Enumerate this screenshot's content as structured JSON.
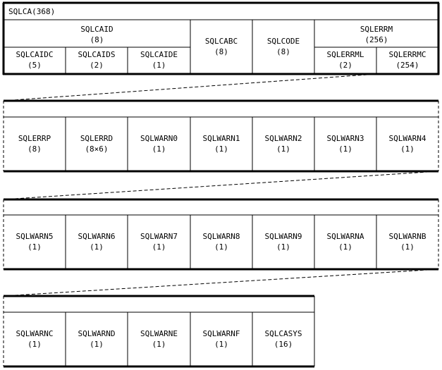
{
  "title": "SQLCA(368)",
  "top": {
    "sqlcaid": {
      "name": "SQLCAID",
      "size": "(8)"
    },
    "sqlcaid_parts": [
      {
        "name": "SQLCAIDC",
        "size": "(5)"
      },
      {
        "name": "SQLCAIDS",
        "size": "(2)"
      },
      {
        "name": "SQLCAIDE",
        "size": "(1)"
      }
    ],
    "sqlcabc": {
      "name": "SQLCABC",
      "size": "(8)"
    },
    "sqlcode": {
      "name": "SQLCODE",
      "size": "(8)"
    },
    "sqlerrm": {
      "name": "SQLERRM",
      "size": "(256)"
    },
    "sqlerrm_parts": [
      {
        "name": "SQLERRML",
        "size": "(2)"
      },
      {
        "name": "SQLERRMC",
        "size": "(254)"
      }
    ]
  },
  "rows": [
    [
      {
        "name": "SQLERRP",
        "size": "(8)"
      },
      {
        "name": "SQLERRD",
        "size": "(8×6)"
      },
      {
        "name": "SQLWARN0",
        "size": "(1)"
      },
      {
        "name": "SQLWARN1",
        "size": "(1)"
      },
      {
        "name": "SQLWARN2",
        "size": "(1)"
      },
      {
        "name": "SQLWARN3",
        "size": "(1)"
      },
      {
        "name": "SQLWARN4",
        "size": "(1)"
      }
    ],
    [
      {
        "name": "SQLWARN5",
        "size": "(1)"
      },
      {
        "name": "SQLWARN6",
        "size": "(1)"
      },
      {
        "name": "SQLWARN7",
        "size": "(1)"
      },
      {
        "name": "SQLWARN8",
        "size": "(1)"
      },
      {
        "name": "SQLWARN9",
        "size": "(1)"
      },
      {
        "name": "SQLWARNA",
        "size": "(1)"
      },
      {
        "name": "SQLWARNB",
        "size": "(1)"
      }
    ],
    [
      {
        "name": "SQLWARNC",
        "size": "(1)"
      },
      {
        "name": "SQLWARND",
        "size": "(1)"
      },
      {
        "name": "SQLWARNE",
        "size": "(1)"
      },
      {
        "name": "SQLWARNF",
        "size": "(1)"
      },
      {
        "name": "SQLCASYS",
        "size": "(16)"
      }
    ]
  ]
}
